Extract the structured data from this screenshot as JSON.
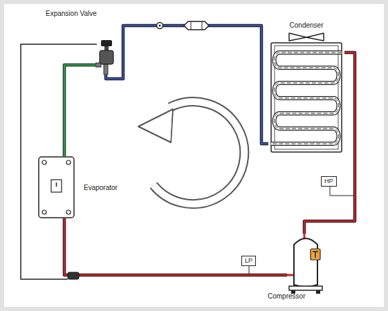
{
  "diagram": {
    "nodes": [
      {
        "text": [
          "Expansion Valve"
        ]
      },
      {
        "text": [
          "Condenser"
        ]
      },
      {
        "text": [
          "Evaporator"
        ]
      },
      {
        "text": [
          "HP"
        ]
      },
      {
        "text": [
          "LP"
        ]
      },
      {
        "text": [
          "Compressor"
        ]
      }
    ],
    "edges": [
      {
        "from": 5,
        "to": 1,
        "arrow": "none"
      },
      {
        "from": 1,
        "to": 0,
        "arrow": "none"
      },
      {
        "from": 0,
        "to": 2,
        "arrow": "none"
      },
      {
        "from": 2,
        "to": 5,
        "arrow": "none"
      }
    ]
  }
}
